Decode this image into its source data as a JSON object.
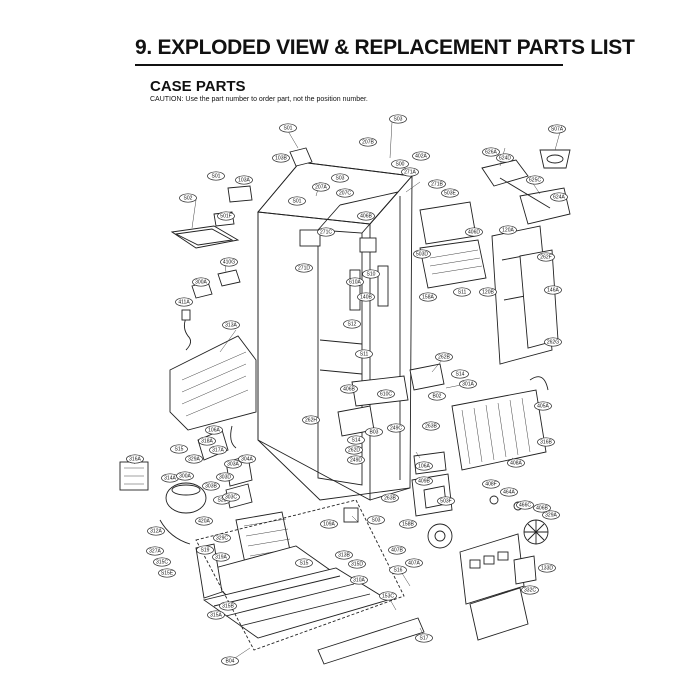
{
  "header": {
    "title": "9. EXPLODED VIEW & REPLACEMENT PARTS LIST",
    "subtitle": "CASE PARTS",
    "caution": "CAUTION: Use the part number to order part, not the position number."
  },
  "callouts": [
    {
      "id": "c1",
      "text": "S01"
    },
    {
      "id": "c2",
      "text": "S03"
    },
    {
      "id": "c3",
      "text": "207B"
    },
    {
      "id": "c4",
      "text": "402A"
    },
    {
      "id": "c5",
      "text": "S07A"
    },
    {
      "id": "c6",
      "text": "103B"
    },
    {
      "id": "c7",
      "text": "S00"
    },
    {
      "id": "c8",
      "text": "626A"
    },
    {
      "id": "c9",
      "text": "624D"
    },
    {
      "id": "c10",
      "text": "S01"
    },
    {
      "id": "c11",
      "text": "103A"
    },
    {
      "id": "c12",
      "text": "S03"
    },
    {
      "id": "c13",
      "text": "207A"
    },
    {
      "id": "c14",
      "text": "207C"
    },
    {
      "id": "c15",
      "text": "271A"
    },
    {
      "id": "c16",
      "text": "271B"
    },
    {
      "id": "c17",
      "text": "625C"
    },
    {
      "id": "c18",
      "text": "503E"
    },
    {
      "id": "c19",
      "text": "624A"
    },
    {
      "id": "c20",
      "text": "S02"
    },
    {
      "id": "c21",
      "text": "S01"
    },
    {
      "id": "c22",
      "text": "406B"
    },
    {
      "id": "c23",
      "text": "501F"
    },
    {
      "id": "c24",
      "text": "271C"
    },
    {
      "id": "c25",
      "text": "406D"
    },
    {
      "id": "c26",
      "text": "120A"
    },
    {
      "id": "c27",
      "text": "410G"
    },
    {
      "id": "c28",
      "text": "271D"
    },
    {
      "id": "c29",
      "text": "S10"
    },
    {
      "id": "c30",
      "text": "503D"
    },
    {
      "id": "c31",
      "text": "262F"
    },
    {
      "id": "c32",
      "text": "300A"
    },
    {
      "id": "c33",
      "text": "610A"
    },
    {
      "id": "c34",
      "text": "S11"
    },
    {
      "id": "c35",
      "text": "120B"
    },
    {
      "id": "c36",
      "text": "146A"
    },
    {
      "id": "c37",
      "text": "411A"
    },
    {
      "id": "c38",
      "text": "140B"
    },
    {
      "id": "c39",
      "text": "158A"
    },
    {
      "id": "c40",
      "text": "313A"
    },
    {
      "id": "c41",
      "text": "S12"
    },
    {
      "id": "c42",
      "text": "262G"
    },
    {
      "id": "c43",
      "text": "S11"
    },
    {
      "id": "c44",
      "text": "262B"
    },
    {
      "id": "c45",
      "text": "S14"
    },
    {
      "id": "c46",
      "text": "406B"
    },
    {
      "id": "c47",
      "text": "301A"
    },
    {
      "id": "c48",
      "text": "610C"
    },
    {
      "id": "c49",
      "text": "B02"
    },
    {
      "id": "c50",
      "text": "405A"
    },
    {
      "id": "c51",
      "text": "262H"
    },
    {
      "id": "c52",
      "text": "B03"
    },
    {
      "id": "c53",
      "text": "106A"
    },
    {
      "id": "c54",
      "text": "S14"
    },
    {
      "id": "c55",
      "text": "262D"
    },
    {
      "id": "c56",
      "text": "249C"
    },
    {
      "id": "c57",
      "text": "263B"
    },
    {
      "id": "c58",
      "text": "316B"
    },
    {
      "id": "c59",
      "text": "318A"
    },
    {
      "id": "c60",
      "text": "249D"
    },
    {
      "id": "c61",
      "text": "S15"
    },
    {
      "id": "c62",
      "text": "317A"
    },
    {
      "id": "c63",
      "text": "316A"
    },
    {
      "id": "c64",
      "text": "329A"
    },
    {
      "id": "c65",
      "text": "303A"
    },
    {
      "id": "c66",
      "text": "304A"
    },
    {
      "id": "c67",
      "text": "106A"
    },
    {
      "id": "c68",
      "text": "408A"
    },
    {
      "id": "c69",
      "text": "314A"
    },
    {
      "id": "c70",
      "text": "300A"
    },
    {
      "id": "c71",
      "text": "303D"
    },
    {
      "id": "c72",
      "text": "409B"
    },
    {
      "id": "c73",
      "text": "408F"
    },
    {
      "id": "c74",
      "text": "303B"
    },
    {
      "id": "c75",
      "text": "464A"
    },
    {
      "id": "c76",
      "text": "S20"
    },
    {
      "id": "c77",
      "text": "303C"
    },
    {
      "id": "c78",
      "text": "263B"
    },
    {
      "id": "c79",
      "text": "503F"
    },
    {
      "id": "c80",
      "text": "406B"
    },
    {
      "id": "c81",
      "text": "466C"
    },
    {
      "id": "c82",
      "text": "420A"
    },
    {
      "id": "c83",
      "text": "329A"
    },
    {
      "id": "c84",
      "text": "S03"
    },
    {
      "id": "c85",
      "text": "158B"
    },
    {
      "id": "c86",
      "text": "312A"
    },
    {
      "id": "c87",
      "text": "329C"
    },
    {
      "id": "c88",
      "text": "109A"
    },
    {
      "id": "c89",
      "text": "S19"
    },
    {
      "id": "c90",
      "text": "407B"
    },
    {
      "id": "c91",
      "text": "327A"
    },
    {
      "id": "c92",
      "text": "319A"
    },
    {
      "id": "c93",
      "text": "S15"
    },
    {
      "id": "c94",
      "text": "313B"
    },
    {
      "id": "c95",
      "text": "315C"
    },
    {
      "id": "c96",
      "text": "407A"
    },
    {
      "id": "c97",
      "text": "315D"
    },
    {
      "id": "c98",
      "text": "S16"
    },
    {
      "id": "c99",
      "text": "133D"
    },
    {
      "id": "c100",
      "text": "S15E"
    },
    {
      "id": "c101",
      "text": "310A"
    },
    {
      "id": "c102",
      "text": "332C"
    },
    {
      "id": "c103",
      "text": "315B"
    },
    {
      "id": "c104",
      "text": "153C"
    },
    {
      "id": "c105",
      "text": "315A"
    },
    {
      "id": "c106",
      "text": "S17"
    },
    {
      "id": "c107",
      "text": "B04"
    }
  ]
}
